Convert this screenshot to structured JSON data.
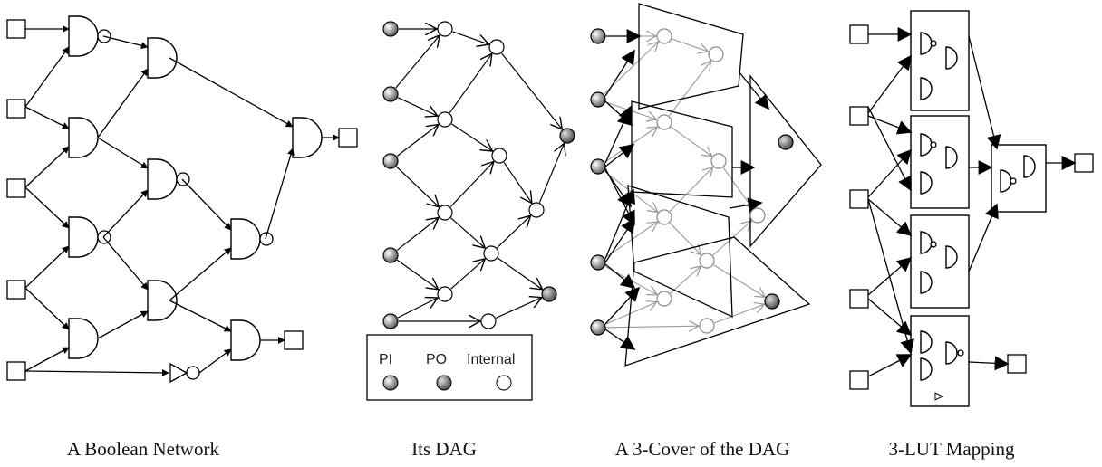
{
  "captions": {
    "boolean_network": "A Boolean Network",
    "dag": "Its DAG",
    "cover": "A 3-Cover of the DAG",
    "lut_mapping": "3-LUT Mapping"
  },
  "legend": {
    "pi": "PI",
    "po": "PO",
    "internal": "Internal"
  },
  "colors": {
    "stroke": "#000000",
    "cover_arrows": "#9a9a9a",
    "node_fill": "#ffffff"
  },
  "icons": {
    "and_gate": "and-gate-icon",
    "inverter_bubble": "inverter-bubble-icon",
    "buffer": "buffer-triangle-icon",
    "io_box": "io-square-icon",
    "lut": "lut-box-icon"
  }
}
